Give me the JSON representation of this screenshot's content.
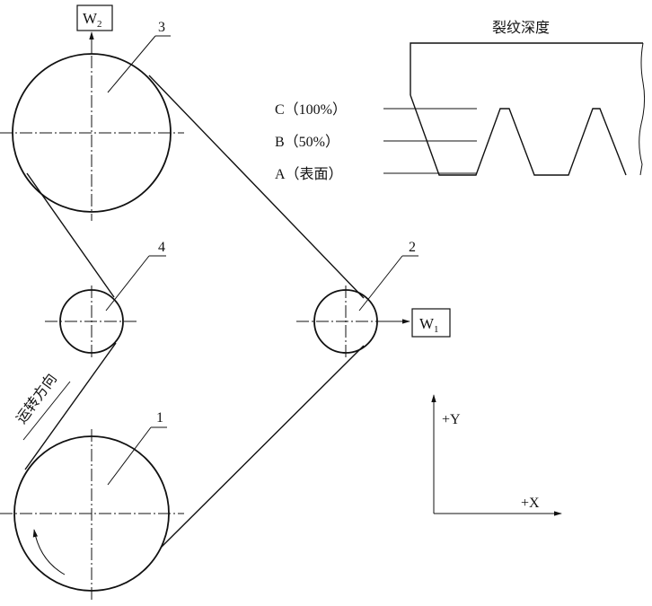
{
  "diagram": {
    "wheels": [
      {
        "id": "1",
        "label": "1"
      },
      {
        "id": "2",
        "label": "2"
      },
      {
        "id": "3",
        "label": "3"
      },
      {
        "id": "4",
        "label": "4"
      }
    ],
    "loads": {
      "w2": {
        "base": "W",
        "sub": "2"
      },
      "w1": {
        "base": "W",
        "sub": "1"
      }
    },
    "direction_label": "运转方向",
    "axes": {
      "y": "+Y",
      "x": "+X"
    },
    "crack_inset": {
      "title": "裂纹深度",
      "levels": [
        {
          "key": "C",
          "label": "C（100%）"
        },
        {
          "key": "B",
          "label": "B（50%）"
        },
        {
          "key": "A",
          "label": "A（表面）"
        }
      ]
    }
  }
}
